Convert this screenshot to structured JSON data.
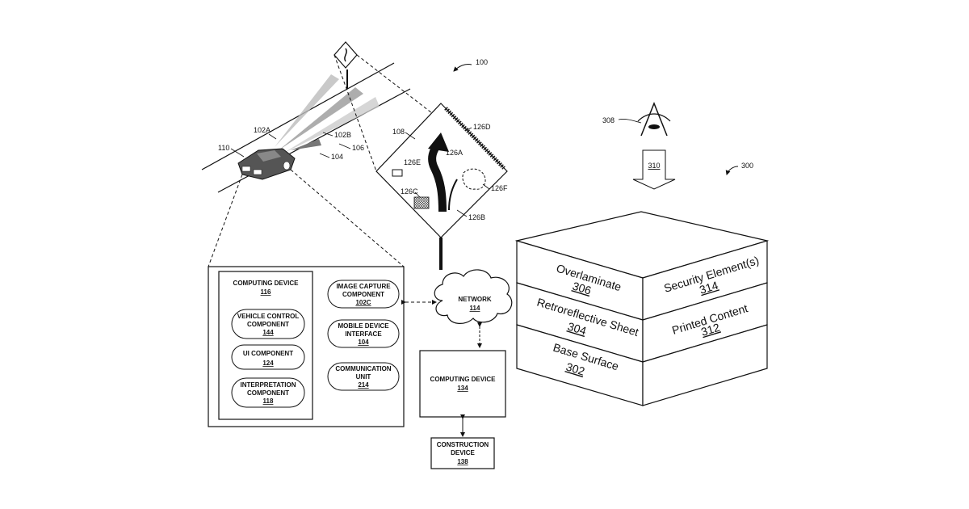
{
  "refs": {
    "r100": "100",
    "r102a": "102A",
    "r102b": "102B",
    "r104": "104",
    "r106": "106",
    "r108": "108",
    "r110": "110",
    "r126a": "126A",
    "r126b": "126B",
    "r126c": "126C",
    "r126d": "126D",
    "r126e": "126E",
    "r126f": "126F",
    "r300": "300",
    "r308": "308"
  },
  "eye_arrow_label": "310",
  "boxes": {
    "computing_device_title": "COMPUTING DEVICE",
    "computing_device_num": "116",
    "vehicle_control_1": "VEHICLE CONTROL",
    "vehicle_control_2": "COMPONENT",
    "vehicle_control_num": "144",
    "ui_component": "UI COMPONENT",
    "ui_component_num": "124",
    "interpretation_1": "INTERPRETATION",
    "interpretation_2": "COMPONENT",
    "interpretation_num": "118",
    "image_capture_1": "IMAGE CAPTURE",
    "image_capture_2": "COMPONENT",
    "image_capture_num": "102C",
    "mobile_device_1": "MOBILE DEVICE",
    "mobile_device_2": "INTERFACE",
    "mobile_device_num": "104",
    "communication_1": "COMMUNICATION",
    "communication_2": "UNIT",
    "communication_num": "214",
    "network": "NETWORK",
    "network_num": "114",
    "computing_device_2": "COMPUTING DEVICE",
    "computing_device_2_num": "134",
    "construction_1": "CONSTRUCTION",
    "construction_2": "DEVICE",
    "construction_num": "138"
  },
  "layers": {
    "overlaminate": "Overlaminate",
    "overlaminate_num": "306",
    "retroreflective": "Retroreflective Sheet",
    "retroreflective_num": "304",
    "base_surface": "Base Surface",
    "base_surface_num": "302",
    "security": "Security Element(s)",
    "security_num": "314",
    "printed": "Printed Content",
    "printed_num": "312"
  }
}
